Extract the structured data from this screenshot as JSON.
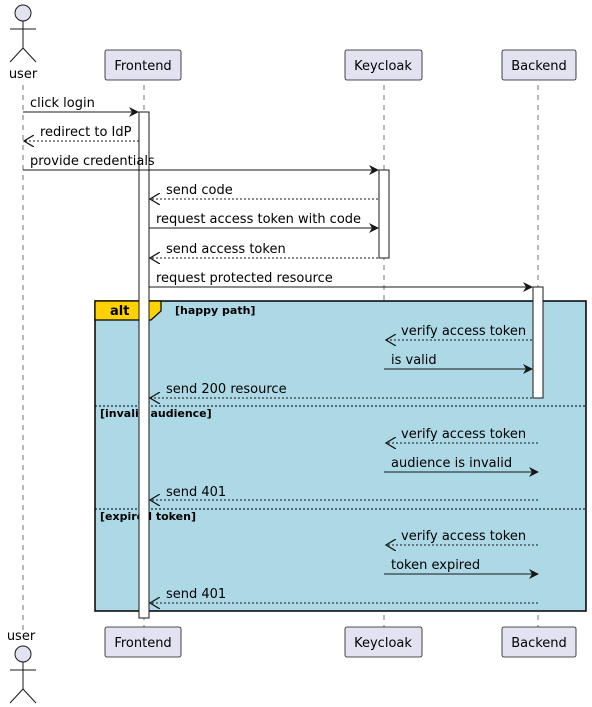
{
  "participants": {
    "user": "user",
    "frontend": "Frontend",
    "keycloak": "Keycloak",
    "backend": "Backend"
  },
  "messages": [
    {
      "from": "user",
      "to": "frontend",
      "text": "click login",
      "style": "solid"
    },
    {
      "from": "frontend",
      "to": "user",
      "text": "redirect to IdP",
      "style": "dashed"
    },
    {
      "from": "user",
      "to": "keycloak",
      "text": "provide credentials",
      "style": "solid"
    },
    {
      "from": "keycloak",
      "to": "frontend",
      "text": "send code",
      "style": "dashed"
    },
    {
      "from": "frontend",
      "to": "keycloak",
      "text": "request access token with code",
      "style": "solid"
    },
    {
      "from": "keycloak",
      "to": "frontend",
      "text": "send access token",
      "style": "dashed"
    },
    {
      "from": "frontend",
      "to": "backend",
      "text": "request protected resource",
      "style": "solid"
    },
    {
      "from": "backend",
      "to": "keycloak",
      "text": "verify access token",
      "style": "dashed"
    },
    {
      "from": "keycloak",
      "to": "backend",
      "text": "is valid",
      "style": "solid"
    },
    {
      "from": "backend",
      "to": "frontend",
      "text": "send 200 resource",
      "style": "dashed"
    },
    {
      "from": "backend",
      "to": "keycloak",
      "text": "verify access token",
      "style": "dashed"
    },
    {
      "from": "keycloak",
      "to": "backend",
      "text": "audience is invalid",
      "style": "solid"
    },
    {
      "from": "backend",
      "to": "frontend",
      "text": "send 401",
      "style": "dashed"
    },
    {
      "from": "backend",
      "to": "keycloak",
      "text": "verify access token",
      "style": "dashed"
    },
    {
      "from": "keycloak",
      "to": "backend",
      "text": "token expired",
      "style": "solid"
    },
    {
      "from": "backend",
      "to": "frontend",
      "text": "send 401",
      "style": "dashed"
    }
  ],
  "alt_fragment": {
    "keyword": "alt",
    "conditions": [
      "[happy path]",
      "[invalid audience]",
      "[expired token]"
    ]
  },
  "colors": {
    "participant_fill": "#e2e2f0",
    "participant_border": "#181818",
    "alt_background": "#add8e6",
    "alt_tab": "#ffd200"
  }
}
